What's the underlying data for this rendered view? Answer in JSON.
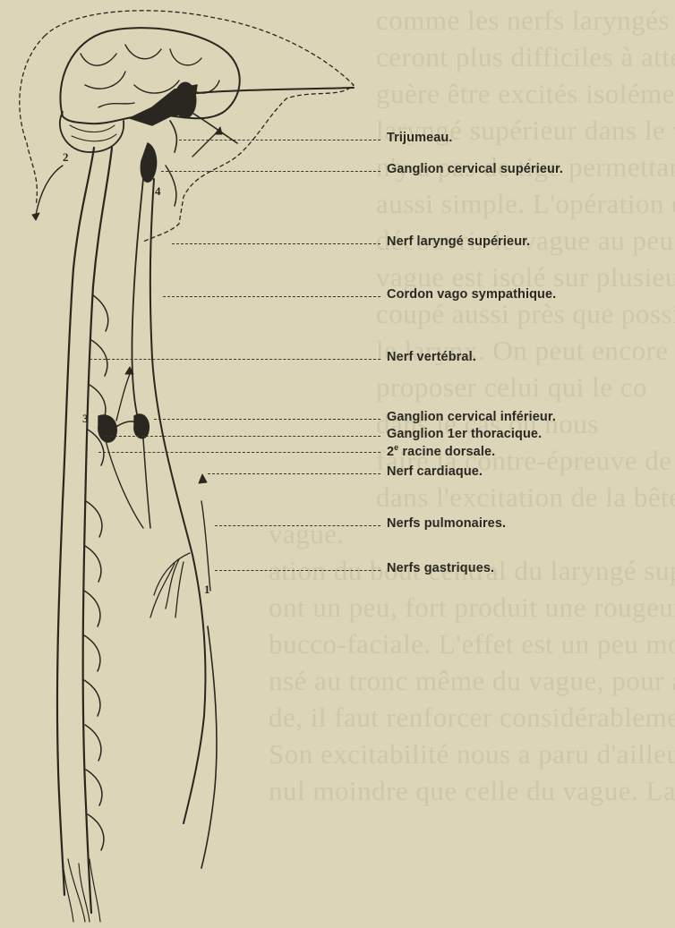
{
  "figure": {
    "labels": [
      {
        "id": "trijumeau",
        "text": "Trijumeau."
      },
      {
        "id": "ganglion-cervical-superieur",
        "text": "Ganglion cervical supérieur."
      },
      {
        "id": "nerf-larynge-superieur",
        "text": "Nerf laryngé supérieur."
      },
      {
        "id": "cordon-vago-sympathique",
        "text": "Cordon vago sympathique."
      },
      {
        "id": "nerf-vertebral",
        "text": "Nerf vertébral."
      },
      {
        "id": "ganglion-cervical-inferieur",
        "text": "Ganglion cervical inférieur."
      },
      {
        "id": "ganglion-1er-thoracique",
        "text": "Ganglion 1er thoracique."
      },
      {
        "id": "racine-dorsale",
        "text": "2e racine dorsale."
      },
      {
        "id": "nerf-cardiaque",
        "text": "Nerf cardiaque."
      },
      {
        "id": "nerfs-pulmonaires",
        "text": "Nerfs pulmonaires."
      },
      {
        "id": "nerfs-gastriques",
        "text": "Nerfs gastriques."
      }
    ],
    "numerals": [
      "2",
      "4",
      "3",
      "1"
    ]
  },
  "background_text": [
    "comme les nerfs laryngés antérieurs et in",
    "ceront plus difficiles à atteindre chez",
    "guère être excités isolément. On a",
    "laryngé supérieur dans le voisinage",
    "n'y a pas de tige permettant de",
    "aussi simple. L'opération est conduite",
    "découvrir le vague au peu haut dans",
    "vague est isolé sur plusieurs centim",
    "coupé aussi près que possible du trait",
    "le larynx. On peut encore prendre",
    "proposer celui qui le co",
    "dans le cas où nous",
    "faire la contre-épreuve de notre expérience.",
    "dans l'excitation de la bête qui est excl",
    "vague.",
    "ation du bout central du laryngé supérieur",
    "ont un peu, fort produit une rougeur très",
    "bucco-faciale. L'effet est un peu moindre qu",
    "nsé au tronc même du vague, pour avoir",
    "de, il faut renforcer considérablement l'inte",
    "Son excitabilité nous a paru d'ailleurs",
    "nul moindre que celle du vague. La conclu"
  ]
}
